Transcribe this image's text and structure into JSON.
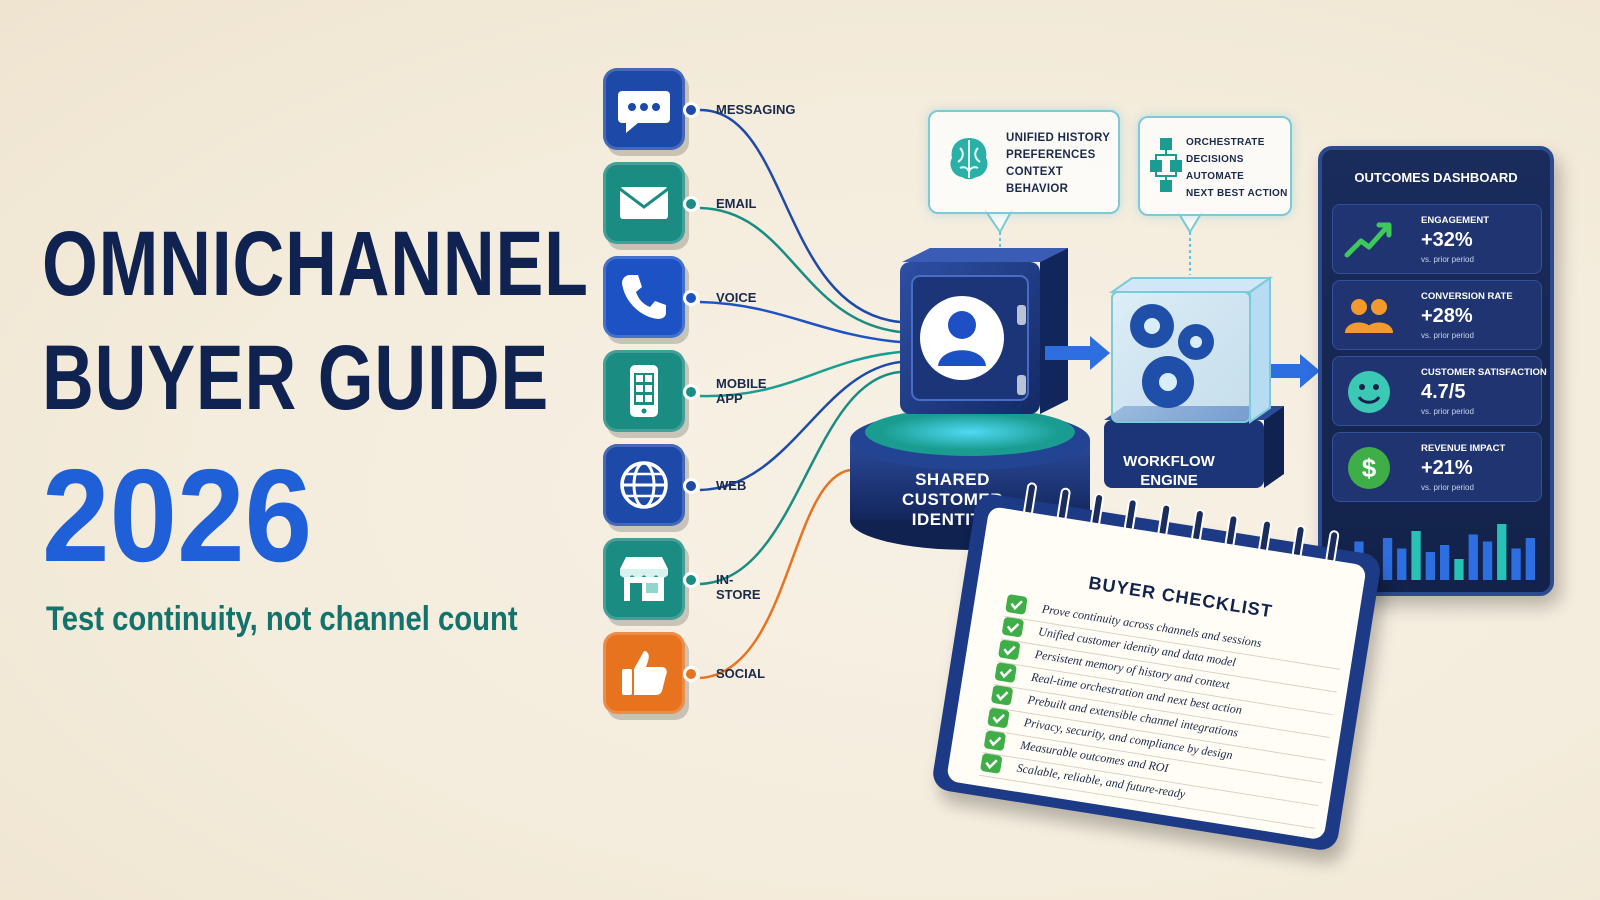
{
  "title": {
    "line1": "OMNICHANNEL",
    "line2": "BUYER GUIDE",
    "year": "2026",
    "tagline": "Test continuity, not channel count"
  },
  "colors": {
    "navy": "#0f2250",
    "accent_blue": "#1f5fd8",
    "teal": "#13736c",
    "social_orange": "#e8731e",
    "check_green": "#3fae48"
  },
  "channels": [
    {
      "label": "MESSAGING",
      "icon": "chat-bubble-icon",
      "color": "#1d49a8",
      "dot": "#1d49a8"
    },
    {
      "label": "EMAIL",
      "icon": "envelope-icon",
      "color": "#1a8c82",
      "dot": "#1a8c82"
    },
    {
      "label": "VOICE",
      "icon": "phone-icon",
      "color": "#1d52c4",
      "dot": "#1d52c4"
    },
    {
      "label": "MOBILE\nAPP",
      "icon": "mobile-phone-icon",
      "color": "#1a8c82",
      "dot": "#1a8c82"
    },
    {
      "label": "WEB",
      "icon": "globe-icon",
      "color": "#1d49a8",
      "dot": "#1d49a8"
    },
    {
      "label": "IN-STORE",
      "icon": "storefront-icon",
      "color": "#1a8c82",
      "dot": "#1a8c82"
    },
    {
      "label": "SOCIAL",
      "icon": "thumbs-up-icon",
      "color": "#e8731e",
      "dot": "#e8731e"
    }
  ],
  "data_callout": {
    "icon": "brain-icon",
    "lines": [
      "UNIFIED HISTORY",
      "PREFERENCES",
      "CONTEXT",
      "BEHAVIOR"
    ]
  },
  "workflow_callout": {
    "icon": "flowchart-icon",
    "lines": [
      "ORCHESTRATE",
      "DECISIONS",
      "AUTOMATE",
      "NEXT BEST ACTION"
    ]
  },
  "identity": {
    "label": "SHARED\nCUSTOMER\nIDENTITY",
    "icon": "user-avatar-icon"
  },
  "engine": {
    "label": "WORKFLOW\nENGINE",
    "icon": "gears-icon"
  },
  "dashboard": {
    "title": "OUTCOMES DASHBOARD",
    "metrics": [
      {
        "label": "ENGAGEMENT",
        "value": "+32%",
        "sub": "vs. prior period",
        "icon": "trend-up-icon"
      },
      {
        "label": "CONVERSION RATE",
        "value": "+28%",
        "sub": "vs. prior period",
        "icon": "people-icon"
      },
      {
        "label": "CUSTOMER SATISFACTION",
        "value": "4.7/5",
        "sub": "vs. prior period",
        "icon": "smiley-icon"
      },
      {
        "label": "REVENUE IMPACT",
        "value": "+21%",
        "sub": "vs. prior period",
        "icon": "dollar-icon"
      }
    ],
    "bars": [
      0.35,
      0.55,
      0.25,
      0.6,
      0.45,
      0.7,
      0.4,
      0.5,
      0.3,
      0.65,
      0.55,
      0.8,
      0.45,
      0.6
    ]
  },
  "checklist": {
    "title": "BUYER CHECKLIST",
    "items": [
      "Prove continuity across channels and sessions",
      "Unified customer identity and data model",
      "Persistent memory of history and context",
      "Real-time orchestration and next best action",
      "Prebuilt and extensible channel integrations",
      "Privacy, security, and compliance by design",
      "Measurable outcomes and ROI",
      "Scalable, reliable, and future-ready"
    ]
  }
}
